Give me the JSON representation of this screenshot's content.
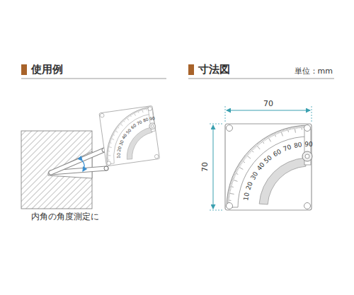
{
  "diagram": {
    "labels": [
      "使用例",
      "内角の角度測定に",
      "10",
      "20",
      "30",
      "40",
      "50",
      "60",
      "70",
      "80",
      "90",
      "寸法図",
      "単位：mm",
      "70",
      "70",
      "10",
      "20",
      "30",
      "40",
      "50",
      "60",
      "70",
      "80",
      "90"
    ]
  }
}
